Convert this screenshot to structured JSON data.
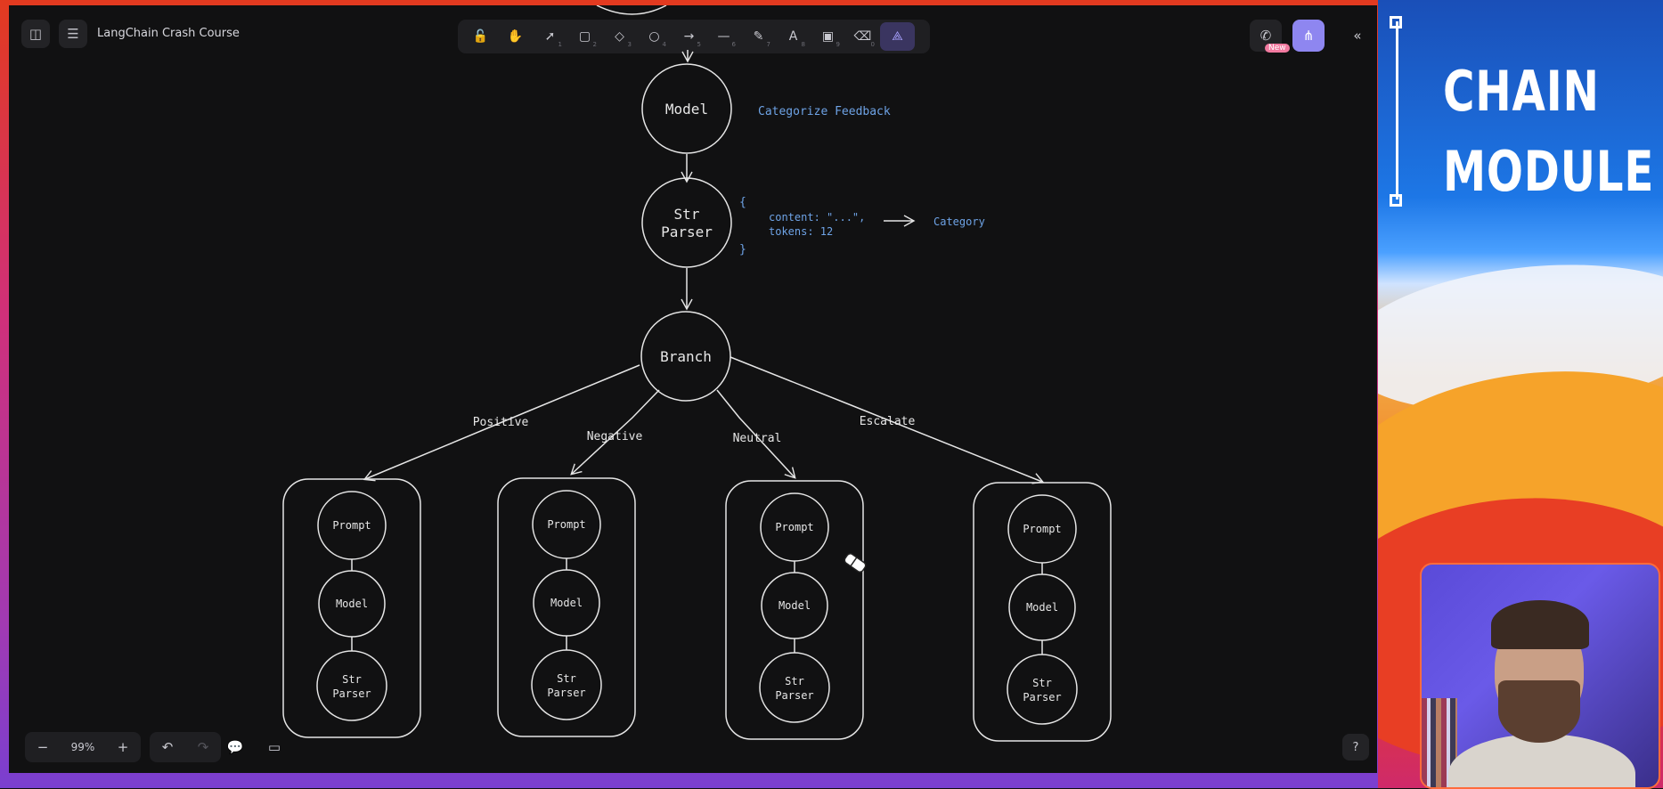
{
  "app": {
    "doc_title": "LangChain Crash Course",
    "zoom": "99%",
    "new_badge": "New"
  },
  "toolbar": {
    "tools": [
      {
        "icon": "lock-icon",
        "glyph": "🔓",
        "num": ""
      },
      {
        "icon": "hand-icon",
        "glyph": "✋",
        "num": ""
      },
      {
        "icon": "select-icon",
        "glyph": "➚",
        "num": "1"
      },
      {
        "icon": "rectangle-icon",
        "glyph": "▢",
        "num": "2"
      },
      {
        "icon": "diamond-icon",
        "glyph": "◇",
        "num": "3"
      },
      {
        "icon": "ellipse-icon",
        "glyph": "○",
        "num": "4"
      },
      {
        "icon": "arrow-icon",
        "glyph": "→",
        "num": "5"
      },
      {
        "icon": "line-icon",
        "glyph": "—",
        "num": "6"
      },
      {
        "icon": "pencil-icon",
        "glyph": "✎",
        "num": "7"
      },
      {
        "icon": "text-icon",
        "glyph": "A",
        "num": "8"
      },
      {
        "icon": "image-icon",
        "glyph": "▣",
        "num": "9"
      },
      {
        "icon": "eraser-icon",
        "glyph": "⌫",
        "num": "0"
      },
      {
        "icon": "ai-shapes-icon",
        "glyph": "⟁",
        "num": ""
      }
    ]
  },
  "diagram": {
    "model_label": "Model",
    "model_note": "Categorize Feedback",
    "parser_label_1": "Str",
    "parser_label_2": "Parser",
    "brace_open": "{",
    "brace_close": "}",
    "output_line_1": "content: \"...\",",
    "output_line_2": "tokens: 12",
    "category": "Category",
    "branch_label": "Branch",
    "branches": [
      "Positive",
      "Negative",
      "Neutral",
      "Escalate"
    ],
    "sub_prompt": "Prompt",
    "sub_model": "Model",
    "sub_parser_1": "Str",
    "sub_parser_2": "Parser"
  },
  "sidebar": {
    "title_line_1": "CHAIN",
    "title_line_2": "MODULE"
  },
  "colors": {
    "accent": "#8e86f0",
    "canvas_bg": "#111112",
    "stroke": "#e6e6e6",
    "note_blue": "#6ea3e6"
  }
}
